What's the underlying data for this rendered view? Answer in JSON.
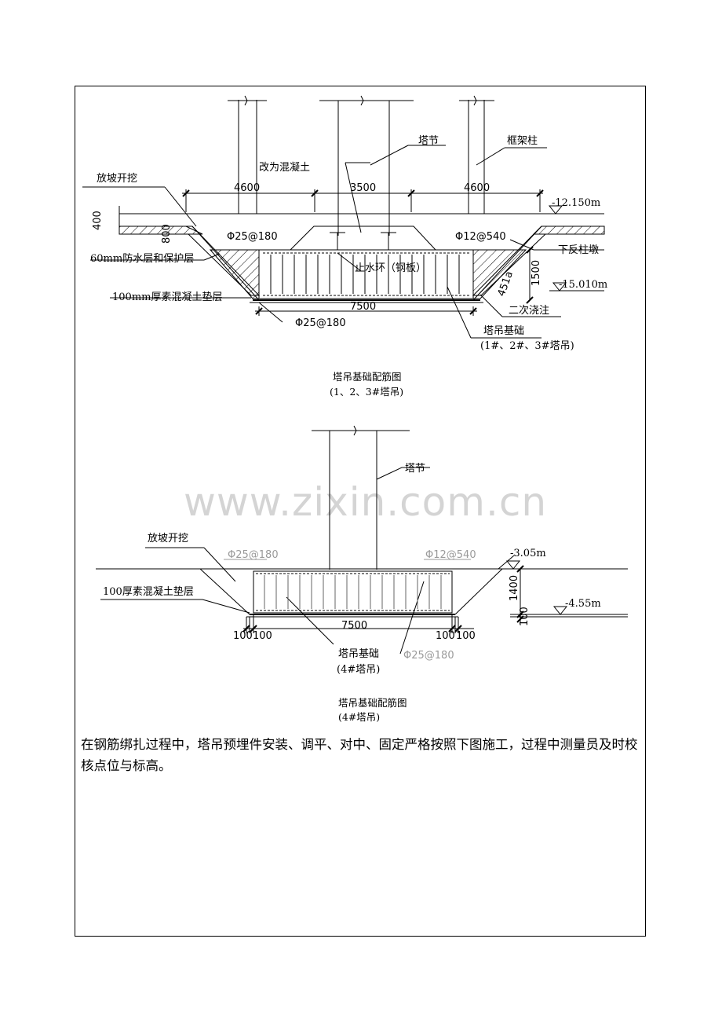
{
  "diagram1": {
    "labels": {
      "fangpo": "放坡开挖",
      "gaiwei": "改为混凝土",
      "tajie": "塔节",
      "kuangjiazhu": "框架柱",
      "dim_left": "4600",
      "dim_mid": "3500",
      "dim_right": "4600",
      "elev_top": "-12.150m",
      "dim_400": "400",
      "dim_800": "800",
      "rebar_top_left": "Φ25@180",
      "rebar_top_right": "Φ12@540",
      "waterproof": "60mm防水层和保护层",
      "xiafan": "下反柱墩",
      "zhishuihuan": "止水环（钢板）",
      "dim_1500": "1500",
      "dim_451a": "451a",
      "elev_bottom": "-15.010m",
      "dianceng": "100mm厚素混凝土垫层",
      "erci": "二次浇注",
      "dim_7500": "7500",
      "rebar_bottom": "Φ25@180",
      "jichu": "塔吊基础",
      "jichu_sub": "(1#、2#、3#塔吊)"
    },
    "caption": "塔吊基础配筋图",
    "caption_sub": "(1、2、3#塔吊)"
  },
  "diagram2": {
    "labels": {
      "tajie": "塔节",
      "fangpo": "放坡开挖",
      "rebar_left": "Φ25@180",
      "rebar_right": "Φ12@540",
      "elev_top": "-3.05m",
      "dianceng": "100厚素混凝土垫层",
      "dim_1400": "1400",
      "dim_100v": "100",
      "elev_bottom": "-4.55m",
      "dim_100_a": "100",
      "dim_100_b": "100",
      "dim_7500": "7500",
      "dim_100_c": "100",
      "dim_100_d": "100",
      "jichu": "塔吊基础",
      "jichu_sub": "(4#塔吊)",
      "rebar_bottom": "Φ25@180"
    },
    "caption": "塔吊基础配筋图",
    "caption_sub": "(4#塔吊)"
  },
  "watermark": "www.zixin.com.cn",
  "note": "在钢筋绑扎过程中，塔吊预埋件安装、调平、对中、固定严格按照下图施工，过程中测量员及时校核点位与标高。"
}
